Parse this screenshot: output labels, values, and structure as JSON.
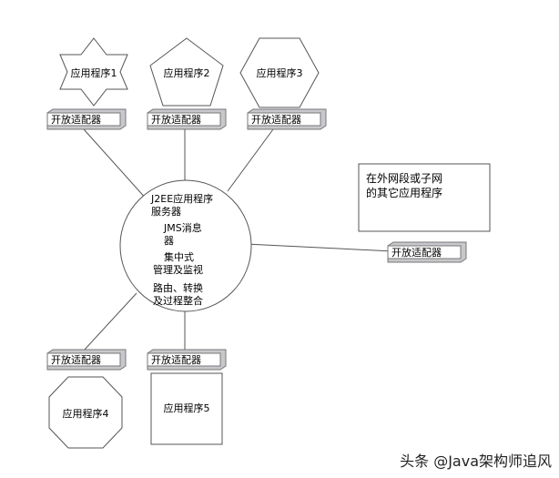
{
  "nodes": {
    "app1": "应用程序1",
    "app2": "应用程序2",
    "app3": "应用程序3",
    "app4": "应用程序4",
    "app5": "应用程序5"
  },
  "adapter_label": "开放适配器",
  "hub": {
    "line1": "J2EE应用程序",
    "line2": "服务器",
    "line3": "JMS消息",
    "line4": "器",
    "line5": "集中式",
    "line6": "管理及监视",
    "line7": "路由、转换",
    "line8": "及过程整合"
  },
  "external": {
    "line1": "在外网段或子网",
    "line2": "的其它应用程序"
  },
  "watermark": "头条 @Java架构师追风"
}
